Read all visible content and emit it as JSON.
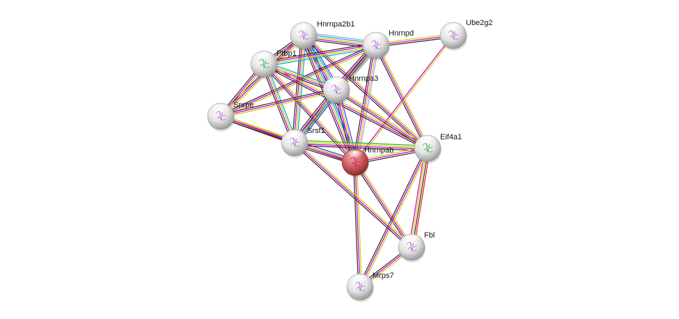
{
  "title": "Protein interaction network",
  "edge_colors": {
    "textmining": "#c8d400",
    "coexpression": "#333333",
    "experiments": "#d000d0",
    "databases": "#00b4d0",
    "homology": "#4444ff",
    "neighborhood": "#22bb22",
    "fusion": "#ff2020",
    "homology_light": "#9999ff"
  },
  "nodes": [
    {
      "id": "Hnrnpab",
      "label": "Hnrnpab",
      "query": true,
      "color": "#c04a4a"
    },
    {
      "id": "Hnrnpa2b1",
      "label": "Hnrnpa2b1",
      "query": false,
      "color": "#d8d8d8"
    },
    {
      "id": "Hnrnpd",
      "label": "Hnrnpd",
      "query": false,
      "color": "#d8d8d8"
    },
    {
      "id": "Ube2g2",
      "label": "Ube2g2",
      "query": false,
      "color": "#d8d8d8"
    },
    {
      "id": "Ptbp1",
      "label": "Ptbp1",
      "query": false,
      "color": "#d8d8d8"
    },
    {
      "id": "Hnrnpa3",
      "label": "Hnrnpa3",
      "query": false,
      "color": "#d8d8d8"
    },
    {
      "id": "Snrpe",
      "label": "Snrpe",
      "query": false,
      "color": "#d8d8d8"
    },
    {
      "id": "Srsf1",
      "label": "Srsf1",
      "query": false,
      "color": "#d8d8d8"
    },
    {
      "id": "Eif4a1",
      "label": "Eif4a1",
      "query": false,
      "color": "#d8d8d8"
    },
    {
      "id": "Fbl",
      "label": "Fbl",
      "query": false,
      "color": "#d8d8d8"
    },
    {
      "id": "Mrps7",
      "label": "Mrps7",
      "query": false,
      "color": "#d8d8d8"
    }
  ],
  "edges": [
    {
      "a": "Hnrnpa2b1",
      "b": "Hnrnpd",
      "types": [
        "homology_light",
        "databases",
        "textmining",
        "experiments",
        "coexpression"
      ]
    },
    {
      "a": "Hnrnpa2b1",
      "b": "Ptbp1",
      "types": [
        "textmining",
        "experiments",
        "coexpression"
      ]
    },
    {
      "a": "Hnrnpa2b1",
      "b": "Hnrnpa3",
      "types": [
        "homology",
        "databases",
        "textmining",
        "experiments",
        "coexpression"
      ]
    },
    {
      "a": "Hnrnpa2b1",
      "b": "Snrpe",
      "types": [
        "textmining",
        "experiments",
        "coexpression"
      ]
    },
    {
      "a": "Hnrnpa2b1",
      "b": "Srsf1",
      "types": [
        "databases",
        "textmining",
        "experiments",
        "coexpression"
      ]
    },
    {
      "a": "Hnrnpa2b1",
      "b": "Hnrnpab",
      "types": [
        "homology",
        "databases",
        "textmining",
        "experiments",
        "coexpression"
      ]
    },
    {
      "a": "Hnrnpa2b1",
      "b": "Eif4a1",
      "types": [
        "textmining",
        "experiments",
        "coexpression"
      ]
    },
    {
      "a": "Hnrnpd",
      "b": "Ube2g2",
      "types": [
        "textmining",
        "experiments",
        "coexpression"
      ]
    },
    {
      "a": "Hnrnpd",
      "b": "Ptbp1",
      "types": [
        "databases",
        "textmining",
        "experiments",
        "coexpression"
      ]
    },
    {
      "a": "Hnrnpd",
      "b": "Hnrnpa3",
      "types": [
        "homology_light",
        "databases",
        "textmining",
        "experiments",
        "coexpression"
      ]
    },
    {
      "a": "Hnrnpd",
      "b": "Snrpe",
      "types": [
        "textmining",
        "experiments",
        "coexpression"
      ]
    },
    {
      "a": "Hnrnpd",
      "b": "Srsf1",
      "types": [
        "textmining",
        "experiments",
        "coexpression"
      ]
    },
    {
      "a": "Hnrnpd",
      "b": "Hnrnpab",
      "types": [
        "homology_light",
        "textmining",
        "experiments",
        "coexpression"
      ]
    },
    {
      "a": "Hnrnpd",
      "b": "Eif4a1",
      "types": [
        "textmining",
        "experiments",
        "coexpression"
      ]
    },
    {
      "a": "Ube2g2",
      "b": "Hnrnpab",
      "types": [
        "textmining",
        "experiments"
      ]
    },
    {
      "a": "Ptbp1",
      "b": "Hnrnpa3",
      "types": [
        "databases",
        "textmining",
        "experiments",
        "coexpression"
      ]
    },
    {
      "a": "Ptbp1",
      "b": "Snrpe",
      "types": [
        "textmining",
        "experiments",
        "coexpression"
      ]
    },
    {
      "a": "Ptbp1",
      "b": "Srsf1",
      "types": [
        "databases",
        "textmining",
        "experiments",
        "coexpression"
      ]
    },
    {
      "a": "Ptbp1",
      "b": "Hnrnpab",
      "types": [
        "textmining",
        "experiments",
        "coexpression"
      ]
    },
    {
      "a": "Ptbp1",
      "b": "Eif4a1",
      "types": [
        "textmining",
        "experiments",
        "coexpression"
      ]
    },
    {
      "a": "Hnrnpa3",
      "b": "Snrpe",
      "types": [
        "textmining",
        "experiments",
        "coexpression"
      ]
    },
    {
      "a": "Hnrnpa3",
      "b": "Srsf1",
      "types": [
        "homology",
        "databases",
        "textmining",
        "experiments",
        "coexpression"
      ]
    },
    {
      "a": "Hnrnpa3",
      "b": "Hnrnpab",
      "types": [
        "homology",
        "textmining",
        "experiments",
        "coexpression"
      ]
    },
    {
      "a": "Hnrnpa3",
      "b": "Eif4a1",
      "types": [
        "textmining",
        "experiments",
        "coexpression"
      ]
    },
    {
      "a": "Snrpe",
      "b": "Srsf1",
      "types": [
        "textmining",
        "experiments",
        "coexpression"
      ]
    },
    {
      "a": "Snrpe",
      "b": "Hnrnpab",
      "types": [
        "textmining",
        "experiments",
        "coexpression"
      ]
    },
    {
      "a": "Srsf1",
      "b": "Hnrnpab",
      "types": [
        "homology",
        "textmining",
        "experiments",
        "coexpression"
      ]
    },
    {
      "a": "Srsf1",
      "b": "Eif4a1",
      "types": [
        "neighborhood",
        "textmining",
        "experiments",
        "coexpression"
      ]
    },
    {
      "a": "Hnrnpab",
      "b": "Eif4a1",
      "types": [
        "textmining",
        "experiments",
        "coexpression"
      ]
    },
    {
      "a": "Hnrnpab",
      "b": "Fbl",
      "types": [
        "textmining",
        "experiments",
        "coexpression"
      ]
    },
    {
      "a": "Hnrnpab",
      "b": "Mrps7",
      "types": [
        "textmining",
        "experiments",
        "coexpression"
      ]
    },
    {
      "a": "Eif4a1",
      "b": "Fbl",
      "types": [
        "fusion",
        "coexpression",
        "textmining",
        "experiments"
      ]
    },
    {
      "a": "Eif4a1",
      "b": "Mrps7",
      "types": [
        "textmining",
        "experiments",
        "coexpression"
      ]
    },
    {
      "a": "Fbl",
      "b": "Mrps7",
      "types": [
        "textmining",
        "experiments",
        "coexpression"
      ]
    },
    {
      "a": "Srsf1",
      "b": "Fbl",
      "types": [
        "textmining",
        "experiments",
        "coexpression"
      ]
    }
  ]
}
